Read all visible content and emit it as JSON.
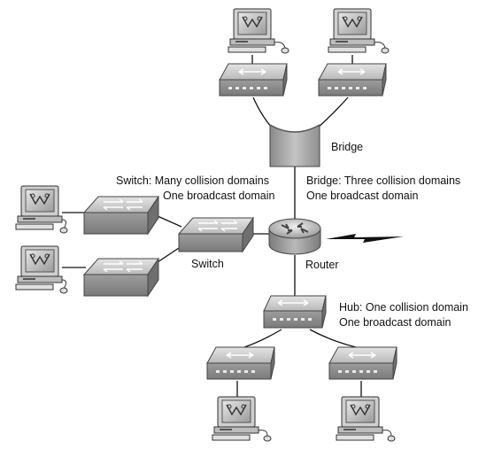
{
  "labels": {
    "bridge": "Bridge",
    "switch_title": "Switch: Many collision domains",
    "switch_sub": "One broadcast domain",
    "bridge_title": "Bridge: Three collision domains",
    "bridge_sub": "One broadcast domain",
    "switch": "Switch",
    "router": "Router",
    "hub_title": "Hub: One collision domain",
    "hub_sub": "One broadcast domain"
  },
  "colors": {
    "device_light": "#d6d6d6",
    "device_mid": "#a9a9a9",
    "device_dark": "#6e6e6e",
    "line": "#111111"
  }
}
